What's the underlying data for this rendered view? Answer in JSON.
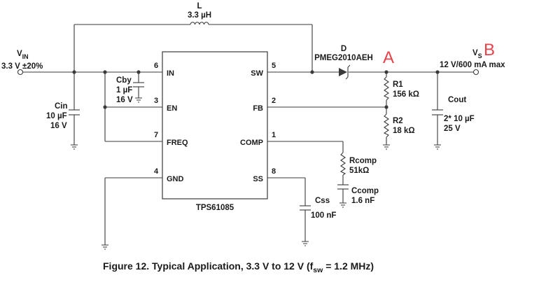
{
  "inductor": {
    "name": "L",
    "value": "3.3 µH"
  },
  "vin": {
    "name": "V",
    "sub": "IN",
    "value": "3.3 V ±20%"
  },
  "cin": {
    "name": "Cin",
    "value": "10 µF",
    "voltage": "16 V"
  },
  "cby": {
    "name": "Cby",
    "value": "1 µF",
    "voltage": "16 V"
  },
  "chip": {
    "name": "TPS61085",
    "pins": [
      {
        "num": "6",
        "label": "IN"
      },
      {
        "num": "3",
        "label": "EN"
      },
      {
        "num": "7",
        "label": "FREQ"
      },
      {
        "num": "4",
        "label": "GND"
      },
      {
        "num": "5",
        "label": "SW"
      },
      {
        "num": "2",
        "label": "FB"
      },
      {
        "num": "1",
        "label": "COMP"
      },
      {
        "num": "8",
        "label": "SS"
      }
    ]
  },
  "diode": {
    "name": "D",
    "part": "PMEG2010AEH"
  },
  "markers": {
    "a": "A",
    "b": "B"
  },
  "vs": {
    "name": "V",
    "sub": "S",
    "value": "12 V/600 mA max"
  },
  "r1": {
    "name": "R1",
    "value": "156 kΩ"
  },
  "r2": {
    "name": "R2",
    "value": "18 kΩ"
  },
  "cout": {
    "name": "Cout",
    "value": "2* 10 µF",
    "voltage": "25 V"
  },
  "rcomp": {
    "name": "Rcomp",
    "value": "51kΩ"
  },
  "ccomp": {
    "name": "Ccomp",
    "value": "1.6 nF"
  },
  "css": {
    "name": "Css",
    "value": "100 nF"
  },
  "caption": {
    "prefix": "Figure 12. Typical Application, 3.3 V to 12 V (f",
    "sub": "sw",
    "suffix": " = 1.2 MHz)"
  }
}
